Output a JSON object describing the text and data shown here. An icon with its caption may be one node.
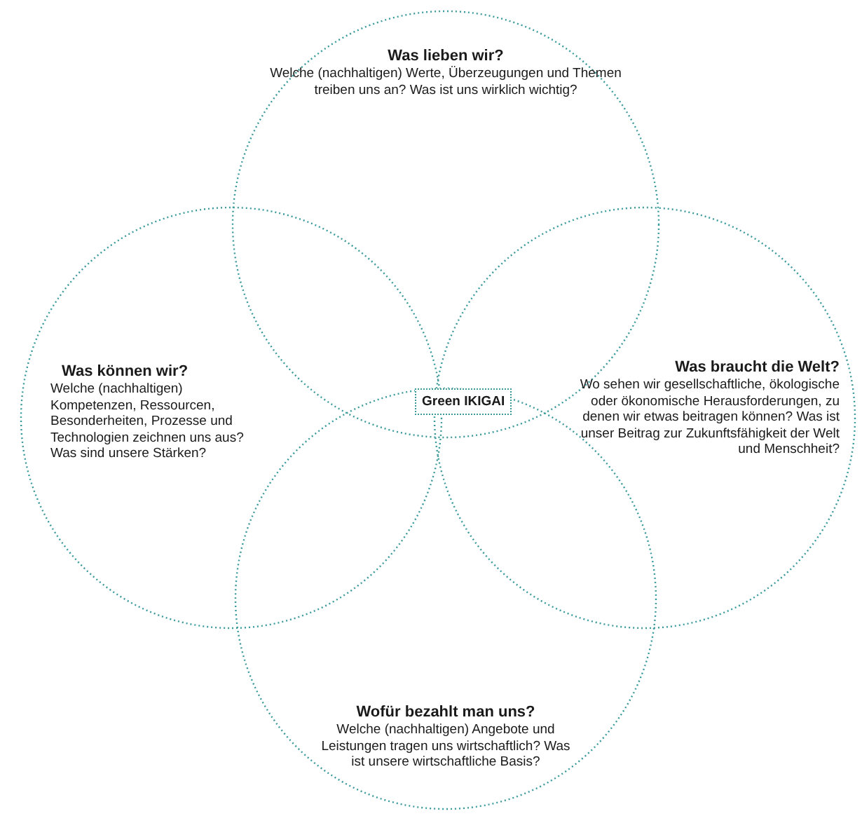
{
  "diagram": {
    "nodes": [
      {
        "text": [
          "Was lieben wir?",
          "Welche (nachhaltigen) Werte, Überzeugungen und Themen treiben uns an? Was ist uns wirklich wichtig?"
        ]
      },
      {
        "text": [
          "Was können wir?",
          "Welche (nachhaltigen) Kompetenzen, Ressourcen, Besonderheiten, Prozesse und Technologien zeichnen uns aus? Was sind unsere Stärken?"
        ]
      },
      {
        "text": [
          "Green IKIGAI"
        ]
      },
      {
        "text": [
          "Was braucht die Welt?",
          "Wo sehen wir gesellschaftliche, ökologische oder ökonomische Herausforderungen, zu denen wir etwas beitragen können? Was ist unser Beitrag zur Zukunftsfähigkeit der Welt und Menschheit?"
        ]
      },
      {
        "text": [
          "Wofür bezahlt man uns?",
          "Welche (nachhaltigen) Angebote und Leistungen tragen uns wirtschaftlich? Was ist unsere wirtschaftliche Basis?"
        ]
      }
    ]
  }
}
